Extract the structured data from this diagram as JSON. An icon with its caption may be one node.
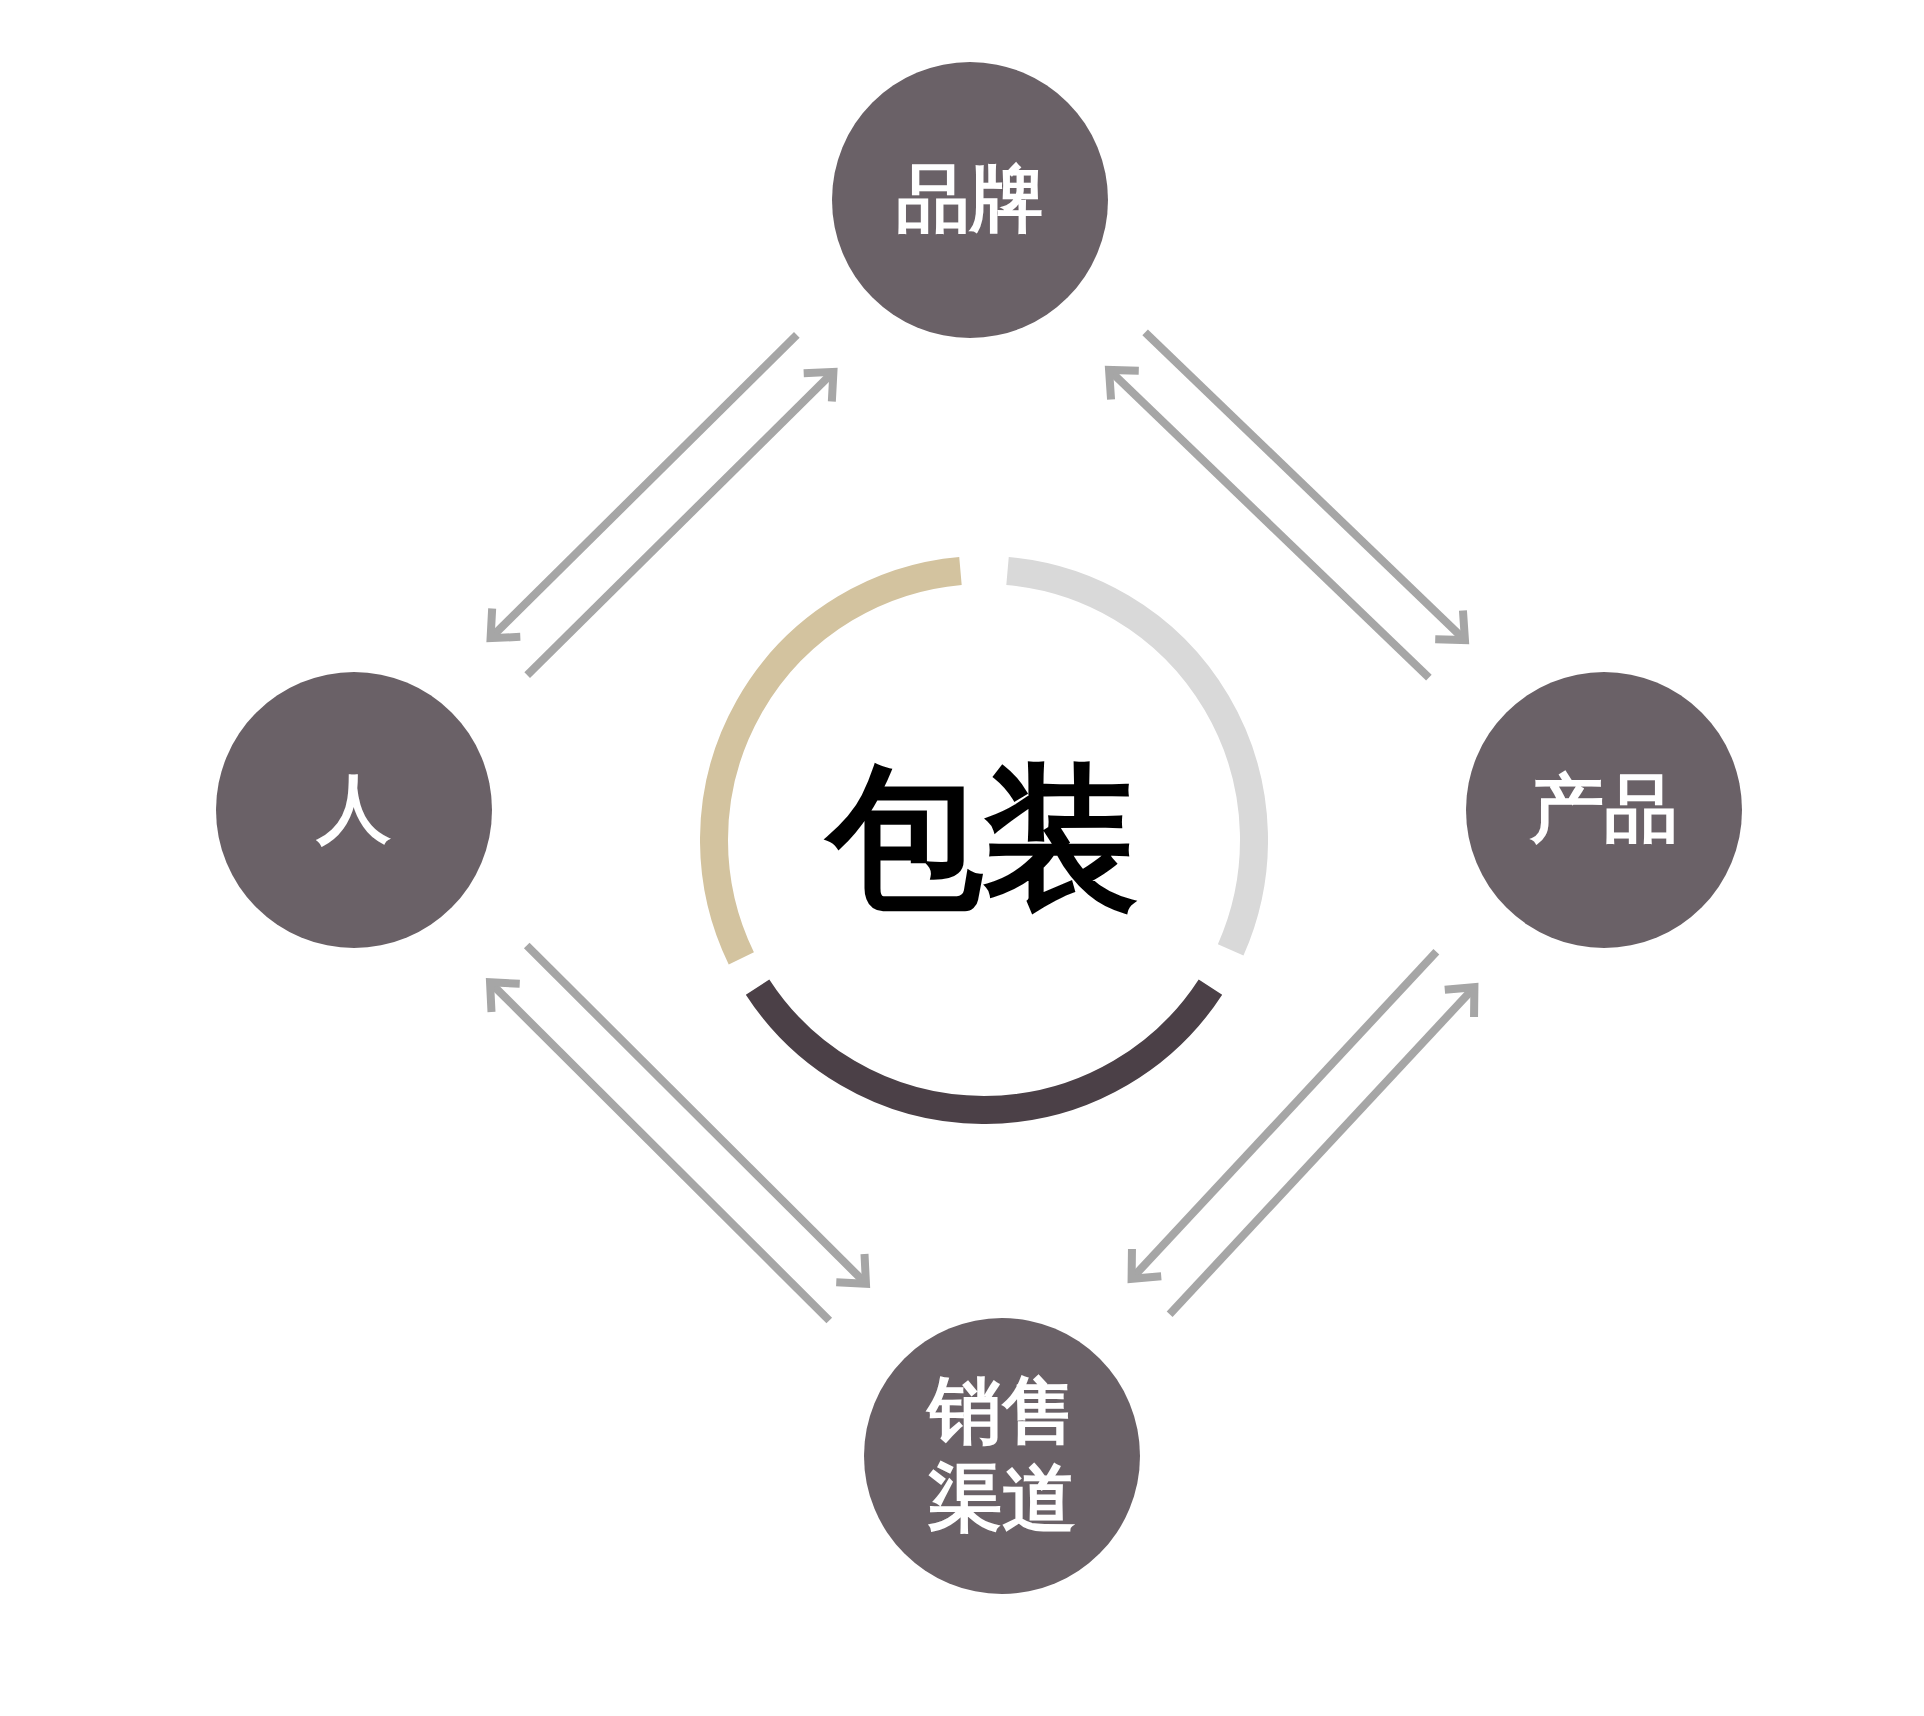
{
  "diagram": {
    "nodes": [
      {
        "text": [
          "品牌"
        ]
      },
      {
        "text": [
          "人"
        ]
      },
      {
        "text": [
          "包装"
        ]
      },
      {
        "text": [
          "产品"
        ]
      },
      {
        "text": [
          "销售渠道"
        ]
      }
    ],
    "edges": [
      {
        "from": 0,
        "to": 1,
        "arrow": "to"
      },
      {
        "from": 1,
        "to": 0,
        "arrow": "to"
      },
      {
        "from": 0,
        "to": 3,
        "arrow": "to"
      },
      {
        "from": 3,
        "to": 0,
        "arrow": "to"
      },
      {
        "from": 1,
        "to": 4,
        "arrow": "to"
      },
      {
        "from": 4,
        "to": 1,
        "arrow": "to"
      },
      {
        "from": 3,
        "to": 4,
        "arrow": "to"
      },
      {
        "from": 4,
        "to": 3,
        "arrow": "to"
      }
    ]
  }
}
